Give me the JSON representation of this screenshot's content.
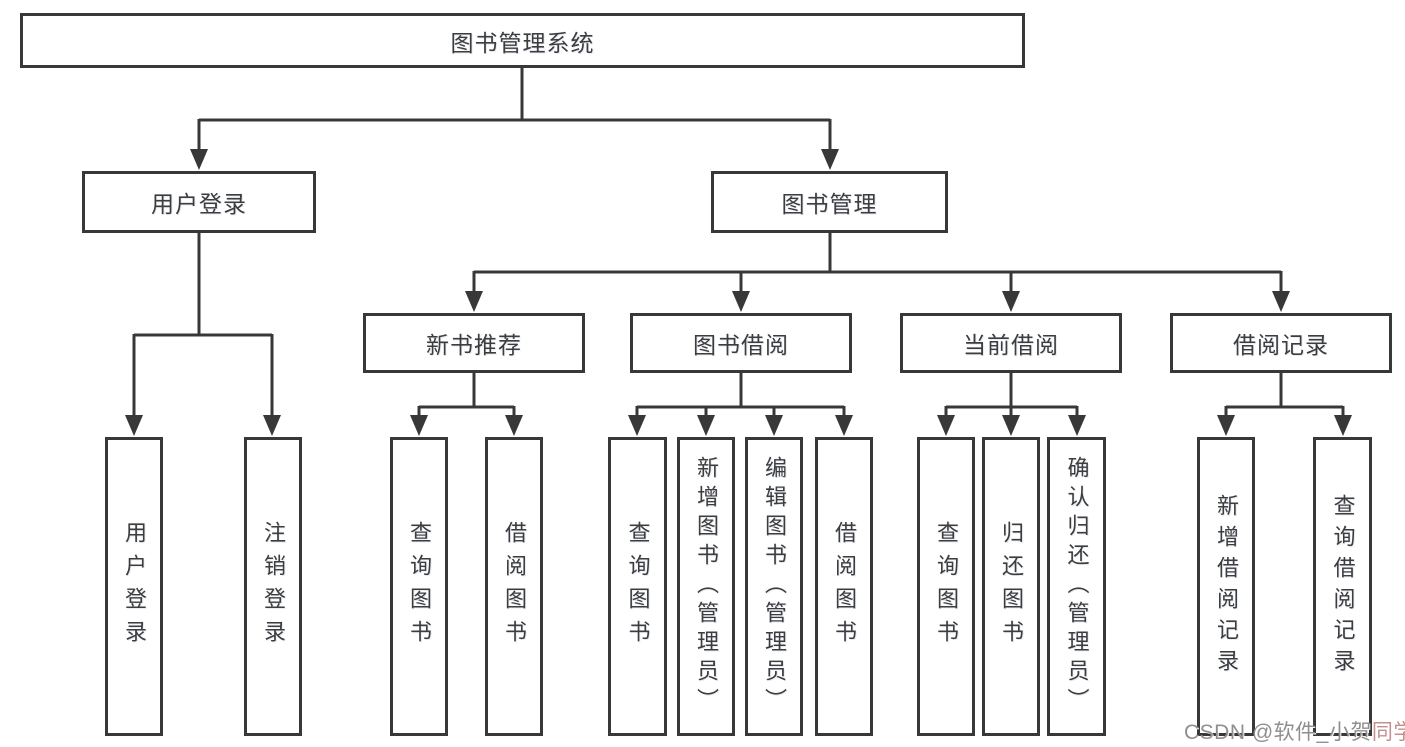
{
  "diagram": {
    "type": "hierarchy-tree",
    "colors": {
      "line": "#383838",
      "box_border": "#383838",
      "text": "#3d3d3d",
      "background": "#ffffff",
      "watermark_gray": "#8f8f8f",
      "watermark_accent": "#c4908e"
    },
    "nodes": {
      "root": "图书管理系统",
      "user_login": "用户登录",
      "book_mgmt": "图书管理",
      "new_book_rec": "新书推荐",
      "book_borrow": "图书借阅",
      "current_borrow": "当前借阅",
      "borrow_record": "借阅记录",
      "leaf_user_login": "用户登录",
      "leaf_logout": "注销登录",
      "leaf_query_books_1": "查询图书",
      "leaf_borrow_books_1": "借阅图书",
      "leaf_query_books_2": "查询图书",
      "leaf_add_books": "新增图书（管理员）",
      "leaf_edit_books": "编辑图书（管理员）",
      "leaf_borrow_books_2": "借阅图书",
      "leaf_query_books_3": "查询图书",
      "leaf_return_books": "归还图书",
      "leaf_confirm_return": "确认归还（管理员）",
      "leaf_add_borrow_record": "新增借阅记录",
      "leaf_query_borrow_record": "查询借阅记录"
    },
    "edges": [
      [
        "图书管理系统",
        "用户登录"
      ],
      [
        "图书管理系统",
        "图书管理"
      ],
      [
        "用户登录",
        "用户登录(叶)"
      ],
      [
        "用户登录",
        "注销登录"
      ],
      [
        "图书管理",
        "新书推荐"
      ],
      [
        "图书管理",
        "图书借阅"
      ],
      [
        "图书管理",
        "当前借阅"
      ],
      [
        "图书管理",
        "借阅记录"
      ],
      [
        "新书推荐",
        "查询图书"
      ],
      [
        "新书推荐",
        "借阅图书"
      ],
      [
        "图书借阅",
        "查询图书"
      ],
      [
        "图书借阅",
        "新增图书（管理员）"
      ],
      [
        "图书借阅",
        "编辑图书（管理员）"
      ],
      [
        "图书借阅",
        "借阅图书"
      ],
      [
        "当前借阅",
        "查询图书"
      ],
      [
        "当前借阅",
        "归还图书"
      ],
      [
        "当前借阅",
        "确认归还（管理员）"
      ],
      [
        "借阅记录",
        "新增借阅记录"
      ],
      [
        "借阅记录",
        "查询借阅记录"
      ]
    ],
    "watermark": {
      "prefix": "CSDN @软件_小贺",
      "suffix": "同学"
    }
  }
}
